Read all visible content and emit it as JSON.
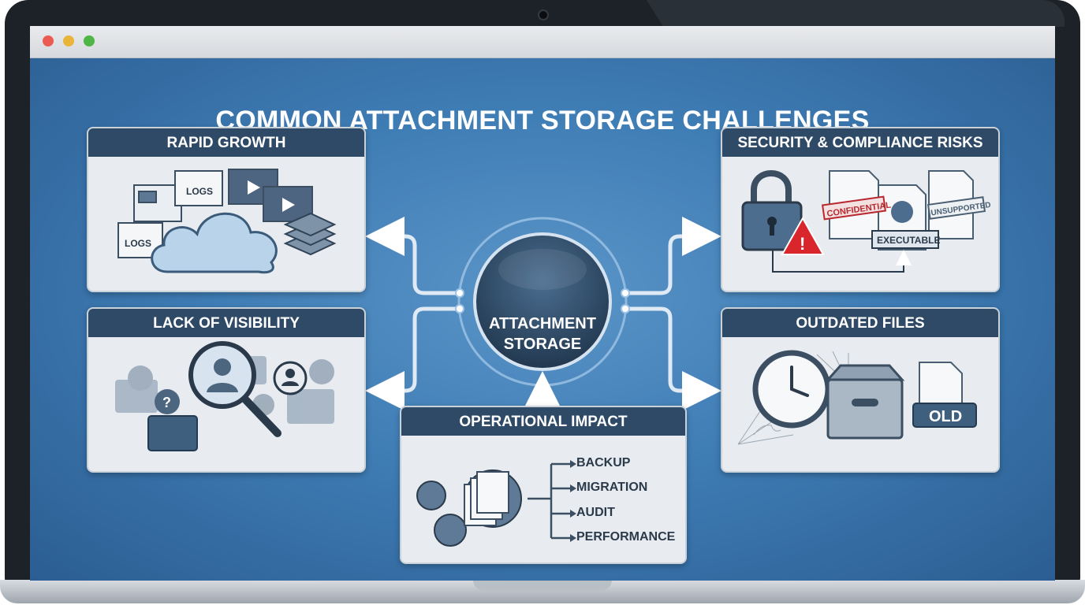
{
  "title": "COMMON ATTACHMENT STORAGE CHALLENGES",
  "hub": {
    "line1": "ATTACHMENT",
    "line2": "STORAGE"
  },
  "cards": {
    "rapid_growth": {
      "title": "RAPID GROWTH",
      "doc_label_1": "LOGS",
      "doc_label_2": "LOGS"
    },
    "lack_of_visibility": {
      "title": "LACK OF VISIBILITY"
    },
    "security": {
      "title": "SECURITY & COMPLIANCE RISKS",
      "stamp_confidential": "CONFIDENTIAL",
      "stamp_unsupported": "UNSUPPORTED",
      "tag_executable": "EXECUTABLE"
    },
    "outdated_files": {
      "title": "OUTDATED FILES",
      "tag_old": "OLD"
    },
    "operational_impact": {
      "title": "OPERATIONAL IMPACT",
      "items": [
        "BACKUP",
        "MIGRATION",
        "AUDIT",
        "PERFORMANCE"
      ]
    }
  },
  "colors": {
    "background": "#3f7db5",
    "card_header": "#2f4a66",
    "hub": "#2c4763",
    "warning": "#d9262c"
  }
}
